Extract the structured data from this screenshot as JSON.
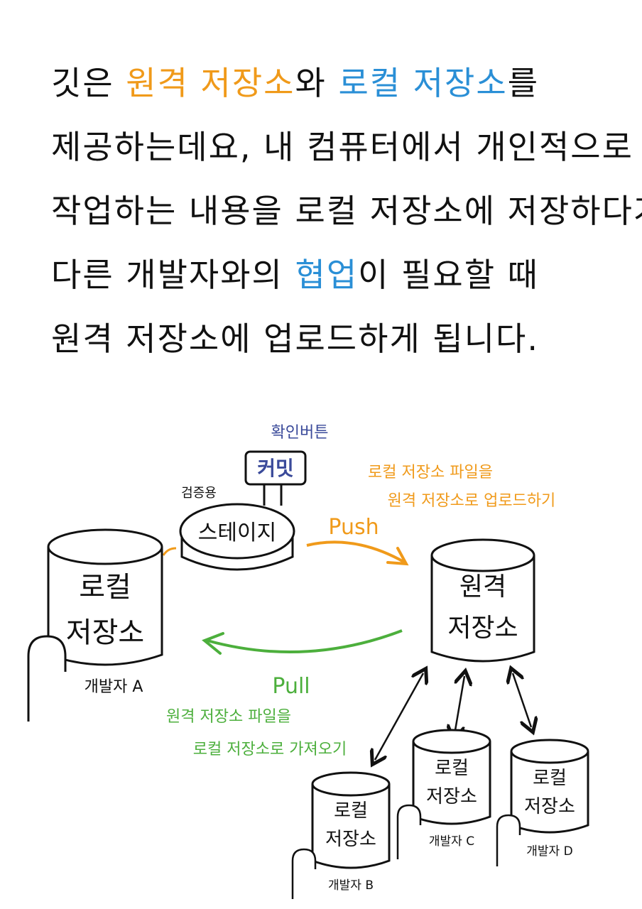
{
  "intro": {
    "line1_a": "깃은",
    "line1_remote": "원격 저장소",
    "line1_b": "와",
    "line1_local": "로컬 저장소",
    "line1_c": "를",
    "line2": "제공하는데요, 내 컴퓨터에서  개인적으로",
    "line3": "작업하는 내용을 로컬 저장소에 저장하다가",
    "line4_a": "다른 개발자와의",
    "line4_collab": "협업",
    "line4_b": "이  필요할 때",
    "line5": "원격 저장소에 업로드하게 됩니다."
  },
  "diagram": {
    "commit_note": "확인버튼",
    "commit_label": "커밋",
    "stage_note": "검증용",
    "stage_label": "스테이지",
    "push_label": "Push",
    "push_desc_1": "로컬 저장소 파일을",
    "push_desc_2": "원격 저장소로 업로드하기",
    "pull_label": "Pull",
    "pull_desc_1": "원격 저장소 파일을",
    "pull_desc_2": "로컬 저장소로 가져오기",
    "remote_line1": "원격",
    "remote_line2": "저장소",
    "local_line1": "로컬",
    "local_line2": "저장소",
    "developers": [
      {
        "label": "개발자 A"
      },
      {
        "label": "개발자 B"
      },
      {
        "label": "개발자 C"
      },
      {
        "label": "개발자 D"
      }
    ]
  },
  "colors": {
    "ink": "#111111",
    "orange": "#f09a1a",
    "blue": "#2a8fd6",
    "green": "#4caf3c",
    "navy": "#3a4a9a"
  }
}
